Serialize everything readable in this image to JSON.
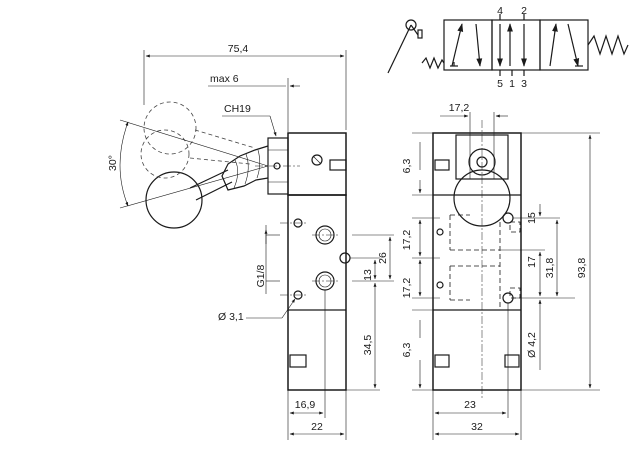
{
  "symbol": {
    "port_a": "4",
    "port_b": "2",
    "port_exhaust_1": "5",
    "port_supply": "1",
    "port_exhaust_2": "3"
  },
  "front_view": {
    "overall_length": "75,4",
    "max_label": "max 6",
    "wrench_size": "CH19",
    "lever_angle": "30°",
    "thread": "G1/8",
    "hole": "Ø 3,1",
    "port_spacing": "26",
    "port_offset": "13",
    "lower_height": "34,5",
    "port_position": "16,9",
    "body_width": "22"
  },
  "side_view": {
    "stem_width": "17,2",
    "top_offset": "6,3",
    "pitch_upper": "17,2",
    "pitch_lower": "17,2",
    "bottom_offset": "6,3",
    "dim_15": "15",
    "dim_17": "17",
    "dim_31_8": "31,8",
    "height_total": "93,8",
    "hole": "Ø 4,2",
    "hole_spacing": "23",
    "body_width": "32"
  }
}
